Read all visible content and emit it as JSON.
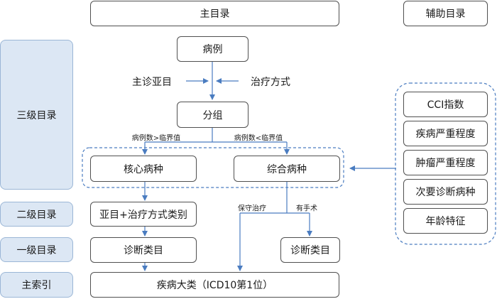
{
  "header": {
    "main_catalog": "主目录",
    "aux_catalog": "辅助目录"
  },
  "levels": {
    "level3": "三级目录",
    "level2": "二级目录",
    "level1": "一级目录",
    "main_index": "主索引"
  },
  "flow": {
    "case": "病例",
    "main_diagnosis": "主诊亚目",
    "treatment": "治疗方式",
    "grouping": "分组",
    "above_threshold": "病例数>临界值",
    "below_threshold": "病例数<临界值",
    "core_disease": "核心病种",
    "comprehensive_disease": "综合病种",
    "subcategory_treatment": "亚目+治疗方式类别",
    "conservative": "保守治疗",
    "surgical": "有手术",
    "diag_category_left": "诊断类目",
    "diag_category_right": "诊断类目",
    "disease_class": "疾病大类（ICD10第1位）"
  },
  "aux_items": [
    "CCI指数",
    "疾病严重程度",
    "肿瘤严重程度",
    "次要诊断病种",
    "年龄特征"
  ]
}
